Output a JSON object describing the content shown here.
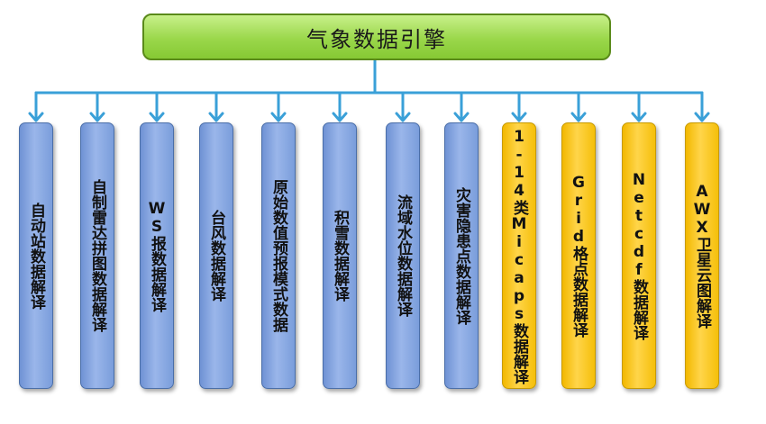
{
  "root": {
    "label": "气象数据引擎"
  },
  "nodes": [
    {
      "label": "自动站数据解译",
      "color": "blue"
    },
    {
      "label": "自制雷达拼图数据解译",
      "color": "blue"
    },
    {
      "label": "WS报数据解译",
      "color": "blue"
    },
    {
      "label": "台风数据解译",
      "color": "blue"
    },
    {
      "label": "原始数值预报模式数据",
      "color": "blue"
    },
    {
      "label": "积雪数据解译",
      "color": "blue"
    },
    {
      "label": "流域水位数据解译",
      "color": "blue"
    },
    {
      "label": "灾害隐患点数据解译",
      "color": "blue"
    },
    {
      "label": "1-14类Micaps数据解译",
      "color": "yellow"
    },
    {
      "label": "Grid格点数据解译",
      "color": "yellow"
    },
    {
      "label": "Netcdf数据解译",
      "color": "yellow"
    },
    {
      "label": "AWX卫星云图解译",
      "color": "yellow"
    }
  ],
  "colors": {
    "connector": "#3aa0d8",
    "root_fill": "#9ad74a",
    "blue_fill": "#8aa9e2",
    "yellow_fill": "#ffcc1a"
  }
}
